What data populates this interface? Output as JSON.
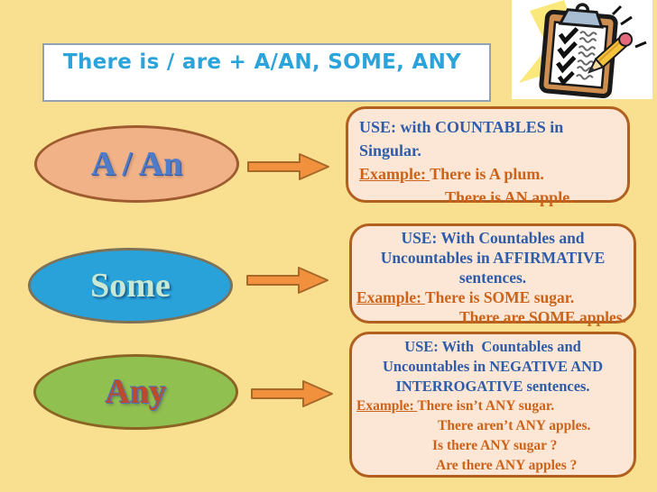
{
  "title": "There is / are + A/AN, SOME, ANY",
  "icons": {
    "clipart": "clipboard-checklist-with-pencil",
    "connector": "right-arrow"
  },
  "colors": {
    "background": "#F9E090",
    "title_text": "#2BA3DB",
    "title_border": "#93A1B8",
    "box_fill": "#FCE6D5",
    "box_border": "#B2601F",
    "use_text_blue": "#2F5CA8",
    "example_text_orange": "#CC6319",
    "arrow_fill": "#F2913D",
    "arrow_outline": "#A8682A",
    "oval_a_an_fill": "#F2B287",
    "oval_some_fill": "#29A2DA",
    "oval_any_fill": "#90C050"
  },
  "rows": [
    {
      "oval_label": "A / An",
      "use_lines": [
        "USE: with COUNTABLES in",
        "Singular."
      ],
      "example_label": "Example: ",
      "example_first": "There is A plum.",
      "example_rest": [
        "There is AN apple."
      ]
    },
    {
      "oval_label": "Some",
      "use_lines": [
        "USE: With Countables and",
        "Uncountables in AFFIRMATIVE",
        "sentences."
      ],
      "example_label": "Example: ",
      "example_first": "There is SOME sugar.",
      "example_rest": [
        "There are SOME apples."
      ]
    },
    {
      "oval_label": "Any",
      "use_lines": [
        "USE: With  Countables and",
        "Uncountables in NEGATIVE AND",
        "INTERROGATIVE sentences."
      ],
      "example_label": "Example: ",
      "example_first": "There isn’t ANY sugar.",
      "example_rest": [
        "There aren’t ANY apples.",
        "Is there ANY sugar ?",
        "Are there ANY apples ?"
      ]
    }
  ]
}
